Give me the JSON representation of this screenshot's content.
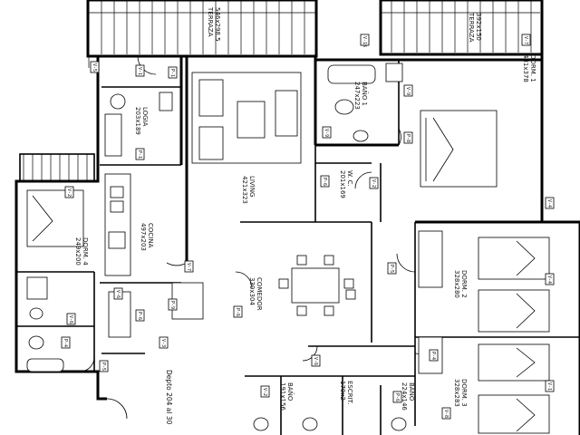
{
  "rooms": {
    "terraza_left": {
      "name": "TERRAZA",
      "dims": "546x298.5"
    },
    "terraza_right": {
      "name": "TERRAZA",
      "dims": "392x150"
    },
    "logia": {
      "name": "LOGIA",
      "dims": "203x189"
    },
    "living": {
      "name": "LIVING",
      "dims": "421x323"
    },
    "bano1": {
      "name": "BAÑO 1",
      "dims": "247x223"
    },
    "dorm1": {
      "name": "DORM. 1",
      "dims": "431x378"
    },
    "wc": {
      "name": "W. C.",
      "dims": "201x169"
    },
    "cocina": {
      "name": "COCINA",
      "dims": "497x203"
    },
    "dorm4": {
      "name": "DORM. 4",
      "dims": "249x200"
    },
    "comedor": {
      "name": "COMEDOR",
      "dims": "330x304"
    },
    "dorm2": {
      "name": "DORM. 2",
      "dims": "328x280"
    },
    "dorm3": {
      "name": "DORM. 3",
      "dims": "328x283"
    },
    "bano_small": {
      "name": "BAÑO",
      "dims": "191x156"
    },
    "escritorio": {
      "name": "ESCRIT.",
      "dims": "170x2"
    },
    "bano_right": {
      "name": "BAÑO",
      "dims": "224x146"
    }
  },
  "unit_label": "Depto 204 al 30",
  "tags": {
    "t1": "V-16",
    "t2": "V-7",
    "t3": "V-5",
    "t4": "V-1",
    "t5": "P-1",
    "t6": "V-9",
    "t7": "P-8",
    "t8": "V-9",
    "t9": "P-1",
    "t10": "P-6",
    "t11": "V-2",
    "t12": "V-4",
    "t13": "V-2",
    "t14": "P-5",
    "t15": "V-7",
    "t16": "V-6",
    "t17": "P-9",
    "t18": "P-6",
    "t19": "V-4",
    "t20": "P-6",
    "t21": "V-6",
    "t22": "P-4",
    "t23": "V-3",
    "t24": "P-5",
    "t25": "V-6",
    "t26": "P-4",
    "t27": "V-1",
    "t28": "V-2",
    "t29": "P-6",
    "t30": "V-8"
  }
}
